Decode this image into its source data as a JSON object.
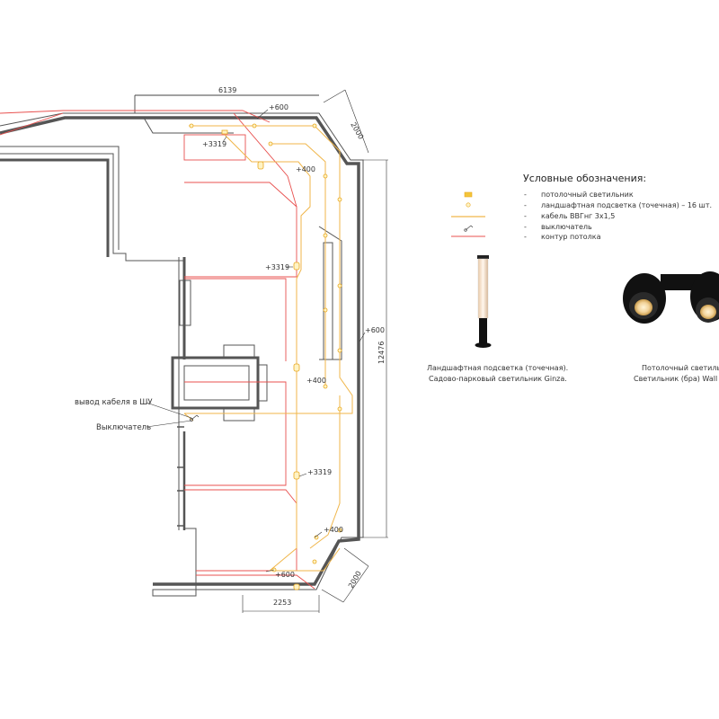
{
  "dimensions": {
    "top_width": "6139",
    "bottom_width": "2253",
    "diag_top": "2000",
    "diag_bottom": "2000",
    "right_length": "12476"
  },
  "level_marks": {
    "m1": "+600",
    "m2": "+3319",
    "m3": "+400",
    "m4": "+3319",
    "m5": "+600",
    "m6": "+400",
    "m7": "+3319",
    "m8": "+400",
    "m9": "+600"
  },
  "notes": {
    "cable_outlet": "вывод кабеля в ШУ",
    "switch": "Выключатель"
  },
  "legend": {
    "title": "Условные обозначения:",
    "items": [
      {
        "dash": "-",
        "label": "потолочный светильник",
        "symbol": "ceiling-light"
      },
      {
        "dash": "-",
        "label": "ландшафтная подсветка (точечная) – 16 шт.",
        "symbol": "spot-light"
      },
      {
        "dash": "-",
        "label": "кабель ВВГнг 3х1,5",
        "symbol": "cable-line"
      },
      {
        "dash": "-",
        "label": "выключатель",
        "symbol": "switch-symbol"
      },
      {
        "dash": "-",
        "label": "контур потолка",
        "symbol": "ceiling-outline"
      }
    ]
  },
  "products": {
    "garden_light_line1": "Ландшафтная подсветка (точечная).",
    "garden_light_line2": "Садово-парковый светильник Ginza.",
    "ceiling_light_line1": "Потолочный светиль",
    "ceiling_light_line2": "Светильник (бра) Wall S"
  },
  "colors": {
    "wall": "#555555",
    "ceiling_outline": "#e8514f",
    "cable": "#f0b64a",
    "light": "#f3c53a",
    "dimension": "#333333"
  }
}
